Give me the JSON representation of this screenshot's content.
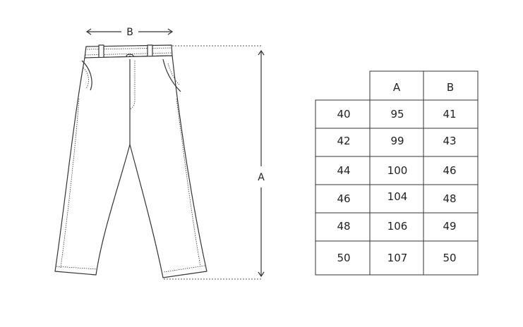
{
  "dimensions": {
    "width_label": "B",
    "length_label": "A"
  },
  "size_table": {
    "columns": [
      "",
      "A",
      "B"
    ],
    "rows": [
      [
        "40",
        "95",
        "41"
      ],
      [
        "42",
        "99",
        "43"
      ],
      [
        "44",
        "100",
        "46"
      ],
      [
        "46",
        "104",
        "48"
      ],
      [
        "48",
        "106",
        "49"
      ],
      [
        "50",
        "107",
        "50"
      ]
    ]
  },
  "colors": {
    "line": "#333333",
    "background": "#ffffff"
  }
}
